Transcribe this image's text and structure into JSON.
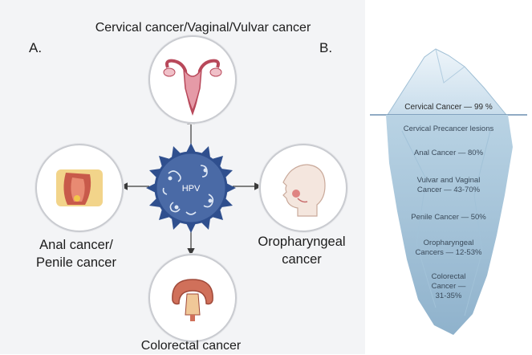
{
  "panel_a": {
    "label": "A.",
    "top_label": "Cervical cancer/Vaginal/Vulvar cancer",
    "left_label_line1": "Anal cancer/",
    "left_label_line2": "Penile cancer",
    "right_label_line1": "Oropharyngeal",
    "right_label_line2": "cancer",
    "bottom_label": "Colorectal cancer",
    "virus_label": "HPV"
  },
  "panel_b": {
    "label": "B.",
    "tip_text": "Cervical Cancer — 99 %",
    "items": [
      {
        "line1": "Cervical Precancer lesions",
        "line2": ""
      },
      {
        "line1": "Anal Cancer — 80%",
        "line2": ""
      },
      {
        "line1": "Vulvar and Vaginal",
        "line2": "Cancer — 43-70%"
      },
      {
        "line1": "Penile Cancer — 50%",
        "line2": ""
      },
      {
        "line1": "Oropharyngeal",
        "line2": "Cancers — 12-53%"
      },
      {
        "line1": "Colorectal",
        "line2": "Cancer —",
        "line3": "31-35%"
      }
    ]
  },
  "colors": {
    "panel_bg": "#f3f4f6",
    "virus_fill": "#4a6aa6",
    "virus_spike": "#2f4f8e",
    "ice_tip": "#dbe9f3",
    "ice_body": "#a9c8dc",
    "ice_deep": "#7fa6c2"
  }
}
